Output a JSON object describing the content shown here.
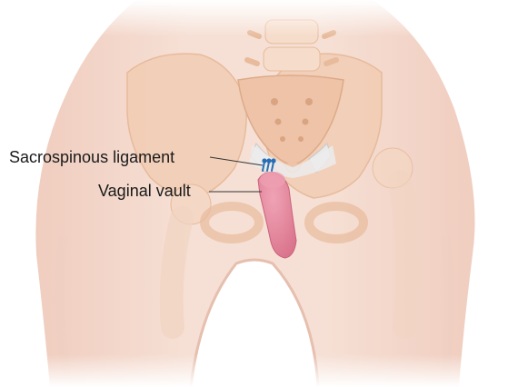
{
  "labels": {
    "sacrospinous_ligament": "Sacrospinous ligament",
    "vaginal_vault": "Vaginal vault"
  },
  "colors": {
    "skin": "#f3d9cc",
    "skin_shadow": "#e9c4b3",
    "bone": "#f1c7aa",
    "bone_shadow": "#e4b08d",
    "ligament": "#e6e6e6",
    "vault": "#e58aa0",
    "vault_dark": "#cf6f86",
    "suture": "#2a6fb5",
    "leader_line": "#333333"
  },
  "icons": {
    "anatomy": "pelvis-illustration",
    "suture": "suture-icon"
  }
}
